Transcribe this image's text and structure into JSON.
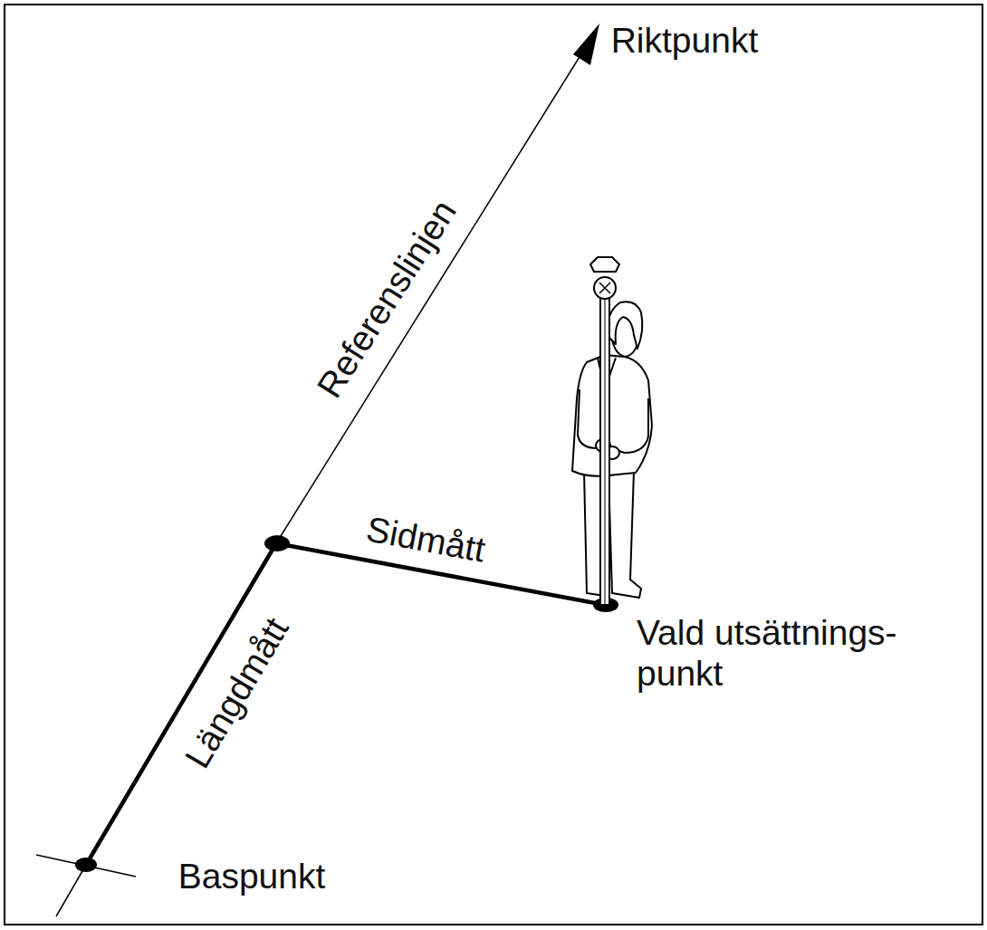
{
  "diagram": {
    "labels": [
      "Riktpunkt",
      "Referenslinjen",
      "Sidmått",
      "Längdmått",
      "Vald utsättnings- punkt",
      "Baspunkt"
    ]
  }
}
